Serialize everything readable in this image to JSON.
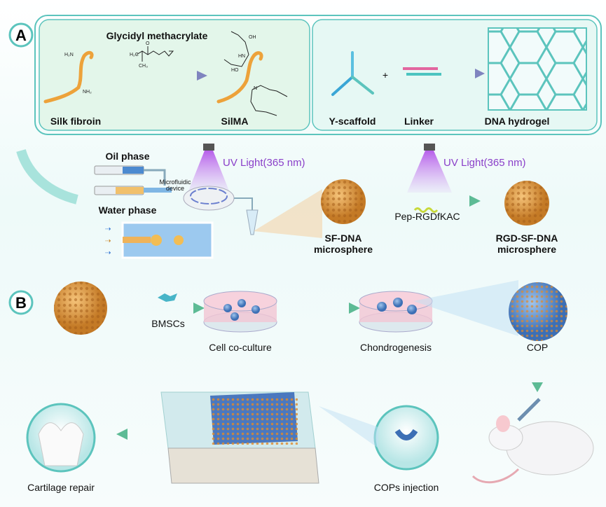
{
  "panel_a": {
    "badge": "A",
    "reagent": "Glycidyl methacrylate",
    "silk_fibroin": "Silk fibroin",
    "silma": "SilMA",
    "plus": "+",
    "y_scaffold": "Y-scaffold",
    "linker": "Linker",
    "dna_hydrogel": "DNA hydrogel",
    "chem_labels": {
      "h2n": "H₂N",
      "nh2": "NH₂",
      "o": "O",
      "ch3": "CH₃",
      "h2c": "H₂C",
      "oh": "OH",
      "ho": "HO",
      "hn": "HN",
      "n": "N"
    },
    "oil_phase": "Oil phase",
    "water_phase": "Water phase",
    "microfluidic": [
      "Microfluidic",
      "device"
    ],
    "uv_light_1": "UV Light(365 nm)",
    "uv_light_2": "UV Light(365 nm)",
    "sf_dna": [
      "SF-DNA",
      "microsphere"
    ],
    "peptide": "Pep-RGDfKAC",
    "rgd_sf_dna": [
      "RGD-SF-DNA",
      "microsphere"
    ]
  },
  "panel_b": {
    "badge": "B",
    "bmscs": "BMSCs",
    "cell_coculture": "Cell co-culture",
    "chondrogenesis": "Chondrogenesis",
    "cop": "COP",
    "cartilage_repair": "Cartilage repair",
    "cops_injection": "COPs injection"
  },
  "colors": {
    "teal": "#5cc4bd",
    "green_panel": "#e3f6ea",
    "uv": "#8a3fc9",
    "arrow_purple": "#7f84bf",
    "arrow_green": "#5dbb95",
    "orange": "#e8a04a"
  }
}
